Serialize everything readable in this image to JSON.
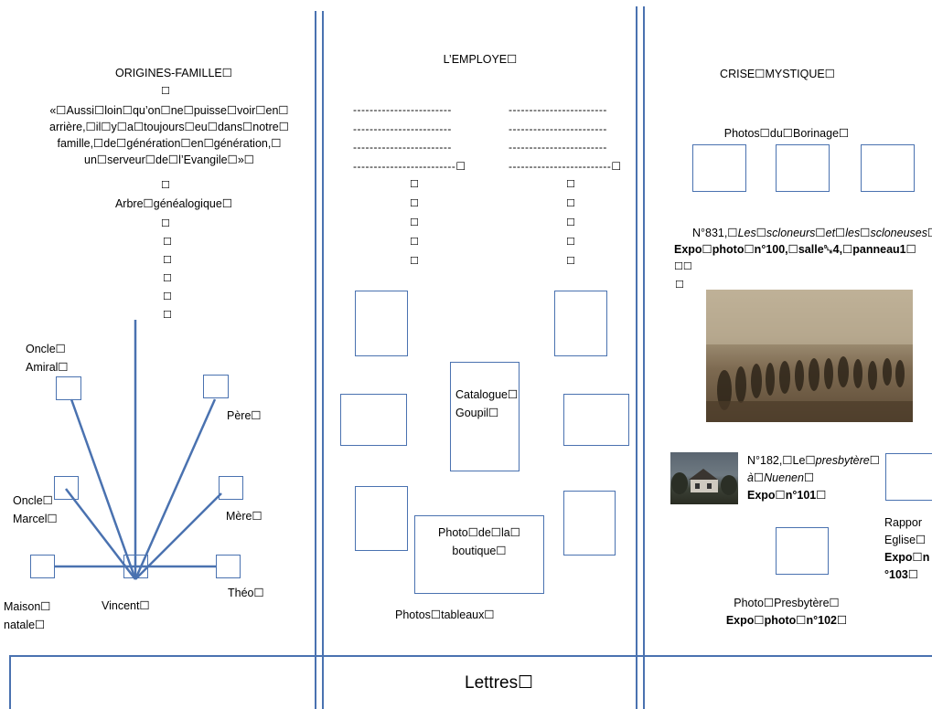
{
  "columns": {
    "origins": {
      "title": "ORIGINES-FAMILLE☐",
      "quote": [
        "«☐Aussi☐loin☐qu’on☐ne☐puisse☐voir☐en☐",
        "arrière,☐il☐y☐a☐toujours☐eu☐dans☐notre☐",
        "famille,☐de☐génération☐en☐génération,☐",
        "un☐serveur☐de☐l’Evangile☐»☐"
      ],
      "tree_title": "Arbre☐généalogique☐",
      "mark": "☐",
      "labels": {
        "oncle_amiral": [
          "Oncle☐",
          "Amiral☐"
        ],
        "pere": "Père☐",
        "oncle_marcel": [
          "Oncle☐",
          "Marcel☐"
        ],
        "mere": "Mère☐",
        "theo": "Théo☐",
        "vincent": "Vincent☐",
        "maison": [
          "Maison☐",
          "natale☐"
        ]
      }
    },
    "employee": {
      "title": "L’EMPLOYE☐",
      "dash_line": "------------------------",
      "dash_last": "-------------------------☐",
      "catalogue": [
        "Catalogue☐",
        "Goupil☐"
      ],
      "boutique": [
        "Photo☐de☐la☐",
        "boutique☐"
      ],
      "tableaux": "Photos☐tableaux☐"
    },
    "crisis": {
      "title": "CRISE☐MYSTIQUE☐",
      "borinage": "Photos☐du☐Borinage☐",
      "item831_num": "N°831,☐",
      "item831_title": "Les☐scloneurs☐et☐les☐scloneuses☐",
      "item831_expo": "Expo☐photo☐n°100,☐salle␐4,☐panneau1☐",
      "item831_marks": "☐☐",
      "item182_num": "N°182,☐Le☐",
      "item182_title1": "presbytère☐",
      "item182_title2": "à☐Nuenen☐",
      "item182_expo": "Expo☐n°101☐",
      "rapport": [
        "Rappor",
        "Eglise☐"
      ],
      "rapport_expo": [
        "Expo☐n",
        "°103☐"
      ],
      "presbytere": "Photo☐Presbytère☐",
      "presbytere_expo": "Expo☐photo☐n°102☐"
    }
  },
  "footer": {
    "label": "Lettres☐"
  },
  "colors": {
    "line": "#4a72b0",
    "text": "#000000",
    "background": "#ffffff"
  }
}
